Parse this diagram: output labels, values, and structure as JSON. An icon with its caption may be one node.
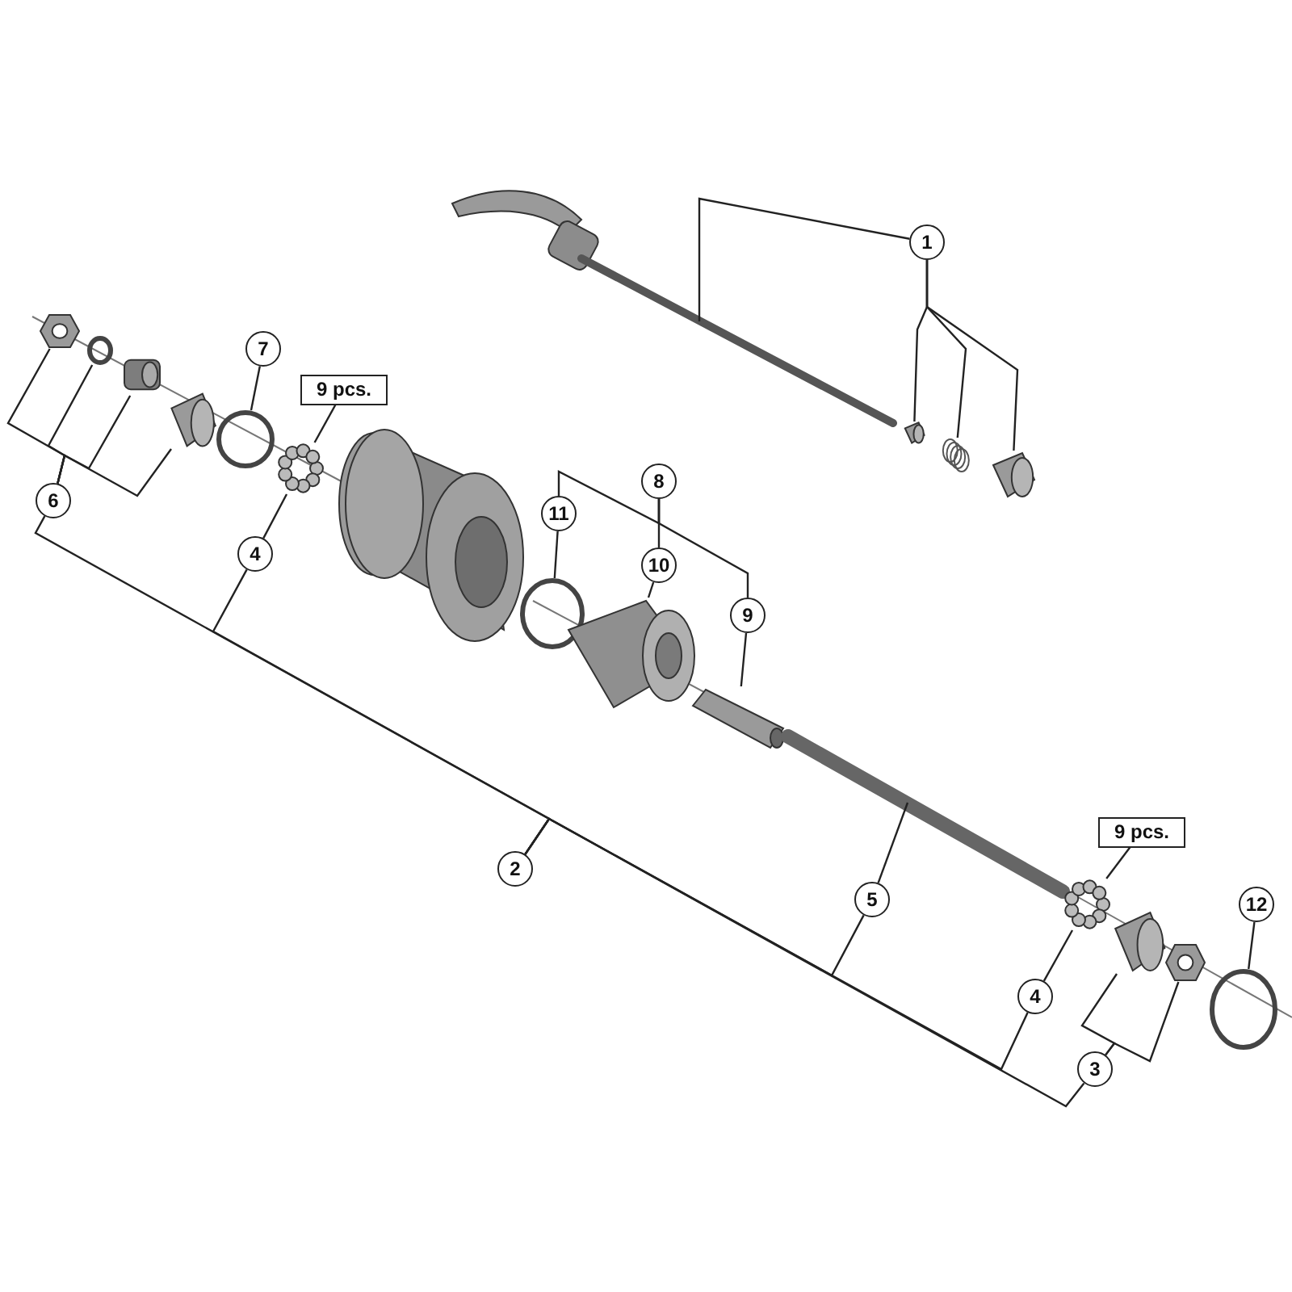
{
  "diagram": {
    "nodes": [
      {
        "text": [
          "1"
        ]
      },
      {
        "text": [
          "7"
        ]
      },
      {
        "text": [
          "9 pcs."
        ]
      },
      {
        "text": [
          "8"
        ]
      },
      {
        "text": [
          "6"
        ]
      },
      {
        "text": [
          "11"
        ]
      },
      {
        "text": [
          "4"
        ]
      },
      {
        "text": [
          "10"
        ]
      },
      {
        "text": [
          "9"
        ]
      },
      {
        "text": [
          "2"
        ]
      },
      {
        "text": [
          "9 pcs."
        ]
      },
      {
        "text": [
          "5"
        ]
      },
      {
        "text": [
          "12"
        ]
      },
      {
        "text": [
          "4"
        ]
      },
      {
        "text": [
          "3"
        ]
      },
      {
        "text": [],
        "shape": "picture"
      },
      {
        "text": [],
        "shape": "picture"
      },
      {
        "text": [],
        "shape": "picture"
      },
      {
        "text": [],
        "shape": "picture"
      },
      {
        "text": [],
        "shape": "picture"
      },
      {
        "text": [],
        "shape": "circle"
      },
      {
        "text": [],
        "shape": "picture"
      },
      {
        "text": [],
        "shape": "picture"
      },
      {
        "text": [],
        "shape": "circle"
      },
      {
        "text": [],
        "shape": "picture"
      },
      {
        "text": [],
        "shape": "circle"
      },
      {
        "text": [],
        "shape": "picture"
      },
      {
        "text": [],
        "shape": "picture"
      },
      {
        "text": [],
        "shape": "picture"
      },
      {
        "text": [],
        "shape": "picture"
      },
      {
        "text": [],
        "shape": "picture"
      },
      {
        "text": [],
        "shape": "picture"
      },
      {
        "text": [],
        "shape": "circle"
      }
    ],
    "edges": [
      {
        "from": 0,
        "to": 15,
        "arrow": "none"
      },
      {
        "from": 0,
        "to": 16,
        "arrow": "none"
      },
      {
        "from": 0,
        "to": 17,
        "arrow": "none"
      },
      {
        "from": 0,
        "to": 18,
        "arrow": "none"
      },
      {
        "from": 1,
        "to": 23,
        "arrow": "none"
      },
      {
        "from": 2,
        "to": 24,
        "arrow": "none"
      },
      {
        "from": 3,
        "to": 5,
        "arrow": "none"
      },
      {
        "from": 3,
        "to": 7,
        "arrow": "none"
      },
      {
        "from": 3,
        "to": 8,
        "arrow": "none"
      },
      {
        "from": 4,
        "to": 19,
        "arrow": "none"
      },
      {
        "from": 4,
        "to": 20,
        "arrow": "none"
      },
      {
        "from": 4,
        "to": 21,
        "arrow": "none"
      },
      {
        "from": 4,
        "to": 22,
        "arrow": "none"
      },
      {
        "from": 5,
        "to": 25,
        "arrow": "none"
      },
      {
        "from": 6,
        "to": 24,
        "arrow": "none"
      },
      {
        "from": 7,
        "to": 26,
        "arrow": "none"
      },
      {
        "from": 8,
        "to": 27,
        "arrow": "none"
      },
      {
        "from": 9,
        "to": 4,
        "arrow": "none"
      },
      {
        "from": 9,
        "to": 6,
        "arrow": "none"
      },
      {
        "from": 9,
        "to": 11,
        "arrow": "none"
      },
      {
        "from": 9,
        "to": 13,
        "arrow": "none"
      },
      {
        "from": 9,
        "to": 14,
        "arrow": "none"
      },
      {
        "from": 10,
        "to": 29,
        "arrow": "none"
      },
      {
        "from": 11,
        "to": 28,
        "arrow": "none"
      },
      {
        "from": 12,
        "to": 32,
        "arrow": "none"
      },
      {
        "from": 13,
        "to": 29,
        "arrow": "none"
      },
      {
        "from": 14,
        "to": 30,
        "arrow": "none"
      },
      {
        "from": 14,
        "to": 31,
        "arrow": "none"
      }
    ]
  }
}
